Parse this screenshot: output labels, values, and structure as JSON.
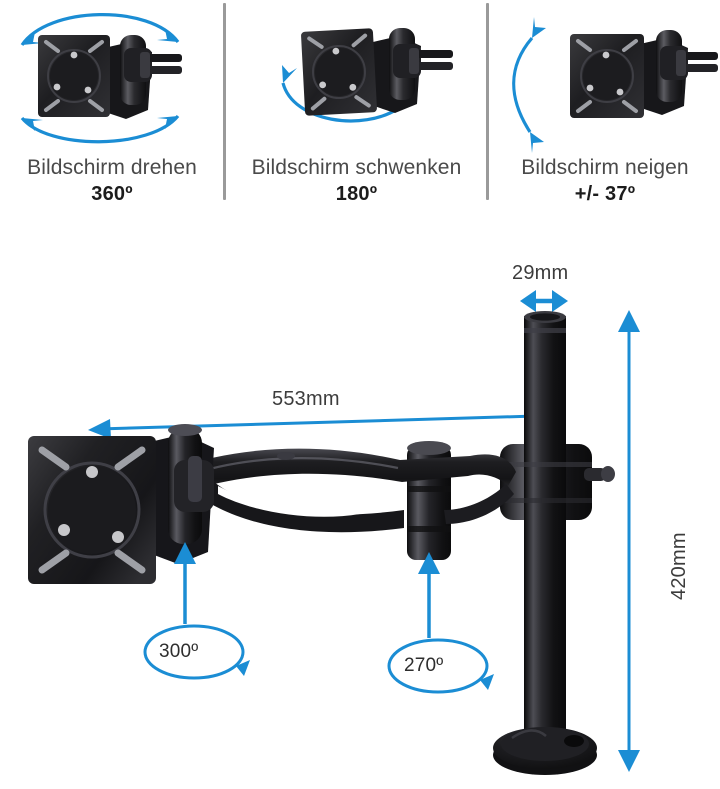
{
  "accent_color": "#1b8dd4",
  "product_color": "#1a1a1c",
  "divider_color": "#9a9a9a",
  "features": [
    {
      "id": "rotate",
      "title": "Bildschirm drehen",
      "value": "360º",
      "icon": "rotate-arc-double-arrow-icon"
    },
    {
      "id": "swivel",
      "title": "Bildschirm schwenken",
      "value": "180º",
      "icon": "swivel-arc-double-arrow-icon"
    },
    {
      "id": "tilt",
      "title": "Bildschirm neigen",
      "value": "+/- 37º",
      "icon": "tilt-arc-double-arrow-icon"
    }
  ],
  "dimensions": {
    "pole_diameter": "29mm",
    "reach": "553mm",
    "height": "420mm"
  },
  "angles": {
    "vesa_joint": "300º",
    "elbow_joint": "270º"
  }
}
